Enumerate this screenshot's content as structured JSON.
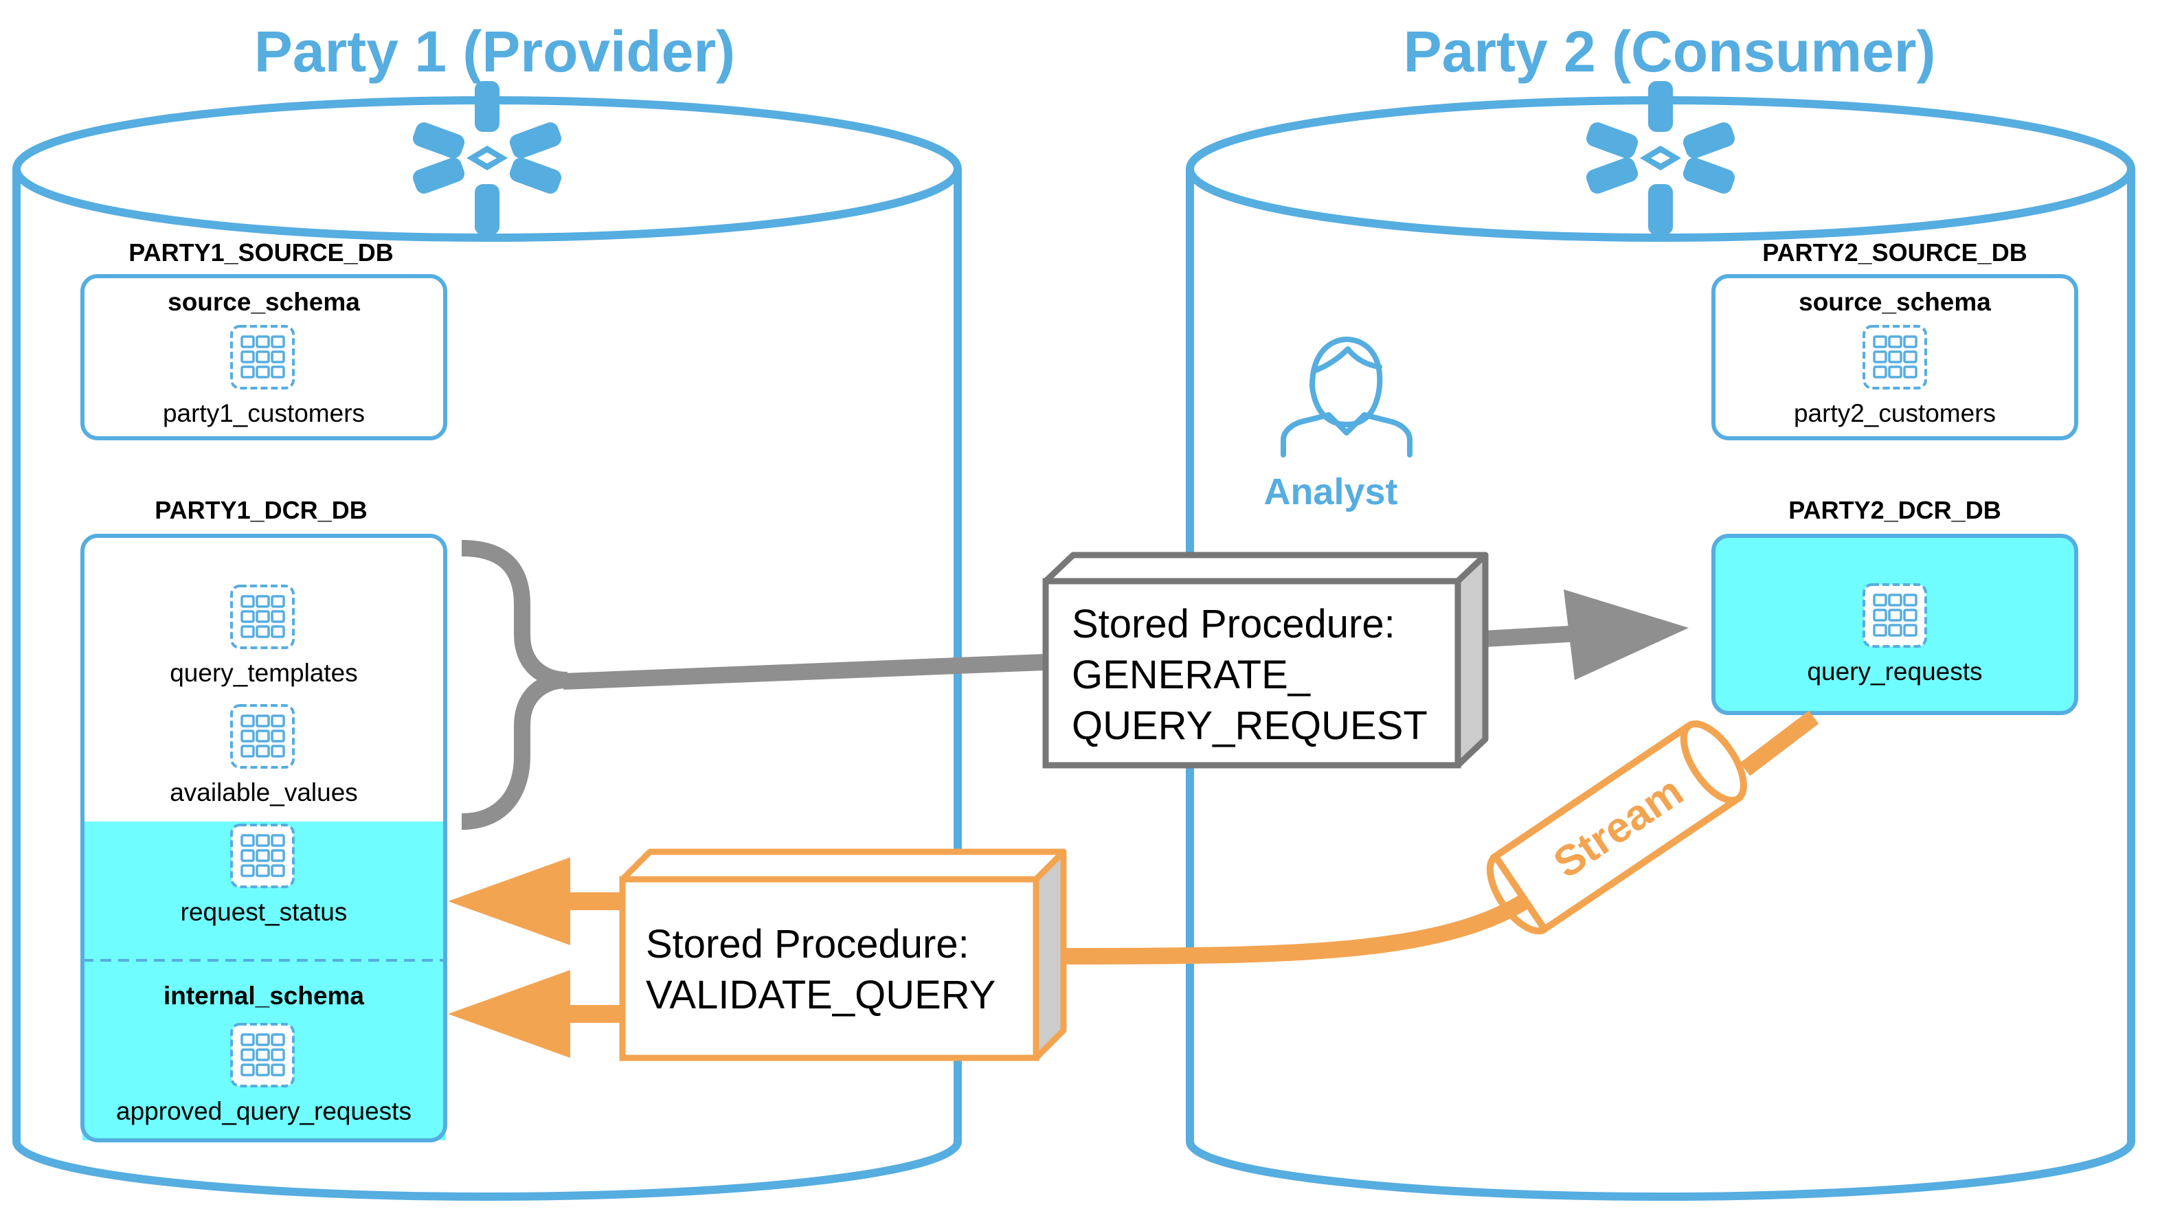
{
  "colors": {
    "blue": "#56ade0",
    "cyan": "#70fdff",
    "orange": "#f3a451",
    "gray": "#8f8f8f",
    "dark_gray": "#777777",
    "black": "#000000"
  },
  "party1": {
    "title": "Party 1 (Provider)",
    "icon": "snowflake-icon",
    "source_db": {
      "label": "PARTY1_SOURCE_DB",
      "schema": "source_schema",
      "table": "party1_customers"
    },
    "dcr_db": {
      "label": "PARTY1_DCR_DB",
      "tables": [
        "query_templates",
        "available_values",
        "request_status"
      ],
      "internal_schema": "internal_schema",
      "internal_table": "approved_query_requests"
    }
  },
  "party2": {
    "title": "Party 2 (Consumer)",
    "icon": "snowflake-icon",
    "analyst": {
      "label": "Analyst",
      "icon": "user-icon"
    },
    "source_db": {
      "label": "PARTY2_SOURCE_DB",
      "schema": "source_schema",
      "table": "party2_customers"
    },
    "dcr_db": {
      "label": "PARTY2_DCR_DB",
      "table": "query_requests"
    }
  },
  "procedures": {
    "generate": {
      "line1": "Stored Procedure:",
      "line2": "GENERATE_",
      "line3": "QUERY_REQUEST"
    },
    "validate": {
      "line1": "Stored Procedure:",
      "line2": "VALIDATE_QUERY"
    }
  },
  "stream": {
    "label": "Stream"
  }
}
